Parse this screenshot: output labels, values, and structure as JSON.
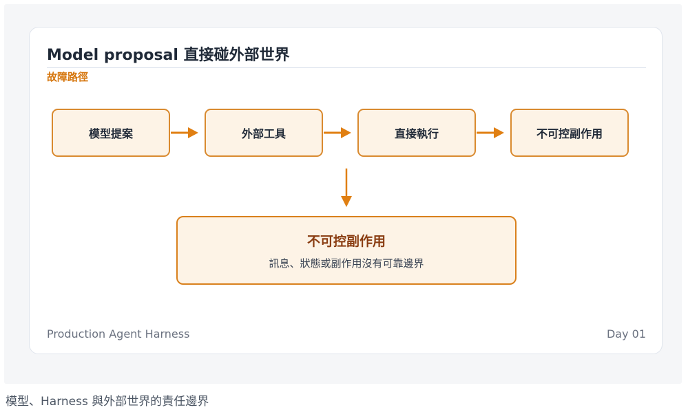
{
  "colors": {
    "accent": "#d98a2f",
    "box_fill": "#fdf3e6",
    "outcome_title": "#8a3d12",
    "subtitle": "#d6770f"
  },
  "card": {
    "title": "Model proposal 直接碰外部世界",
    "subtitle": "故障路徑"
  },
  "flow": {
    "steps": [
      "模型提案",
      "外部工具",
      "直接執行",
      "不可控副作用"
    ]
  },
  "outcome": {
    "title": "不可控副作用",
    "description": "訊息、狀態或副作用沒有可靠邊界"
  },
  "footer": {
    "left": "Production Agent Harness",
    "right": "Day 01"
  },
  "caption": "模型、Harness 與外部世界的責任邊界"
}
